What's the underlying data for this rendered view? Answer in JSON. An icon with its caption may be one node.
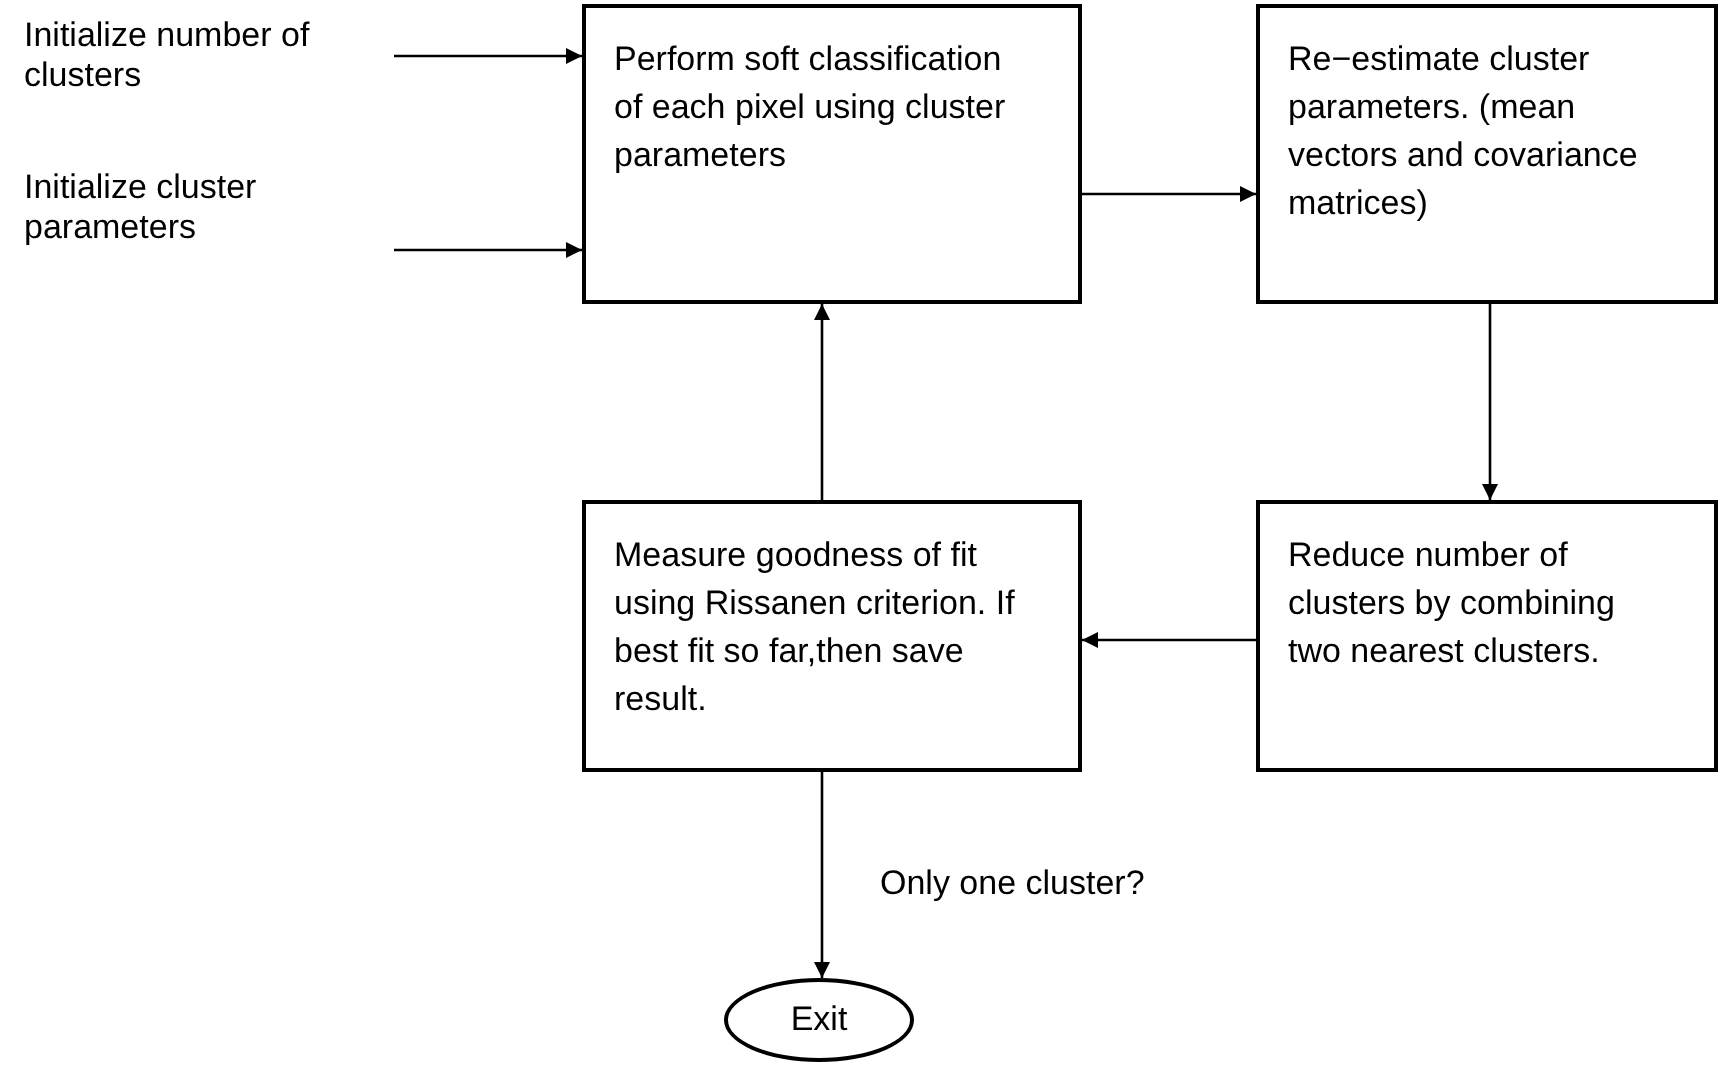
{
  "diagram": {
    "nodes": [
      {
        "text": [
          "Initialize number of clusters"
        ]
      },
      {
        "text": [
          "Initialize cluster parameters"
        ]
      },
      {
        "text": [
          "Perform soft classification of each pixel using cluster parameters"
        ]
      },
      {
        "text": [
          "Re−estimate cluster parameters. (mean vectors and covariance matrices)"
        ]
      },
      {
        "text": [
          "Measure goodness of fit using Rissanen criterion. If best fit so far,then save result."
        ]
      },
      {
        "text": [
          "Reduce number of clusters by combining two nearest clusters."
        ]
      },
      {
        "text": [
          "Exit"
        ]
      }
    ],
    "edges": [
      {
        "from": 0,
        "to": 2,
        "arrow": "to"
      },
      {
        "from": 1,
        "to": 2,
        "arrow": "to"
      },
      {
        "from": 2,
        "to": 3,
        "arrow": "to"
      },
      {
        "from": 3,
        "to": 5,
        "arrow": "to"
      },
      {
        "from": 5,
        "to": 4,
        "arrow": "to"
      },
      {
        "from": 4,
        "to": 2,
        "arrow": "to"
      },
      {
        "from": 4,
        "to": 6,
        "arrow": "to",
        "label": "Only one cluster?"
      }
    ]
  }
}
